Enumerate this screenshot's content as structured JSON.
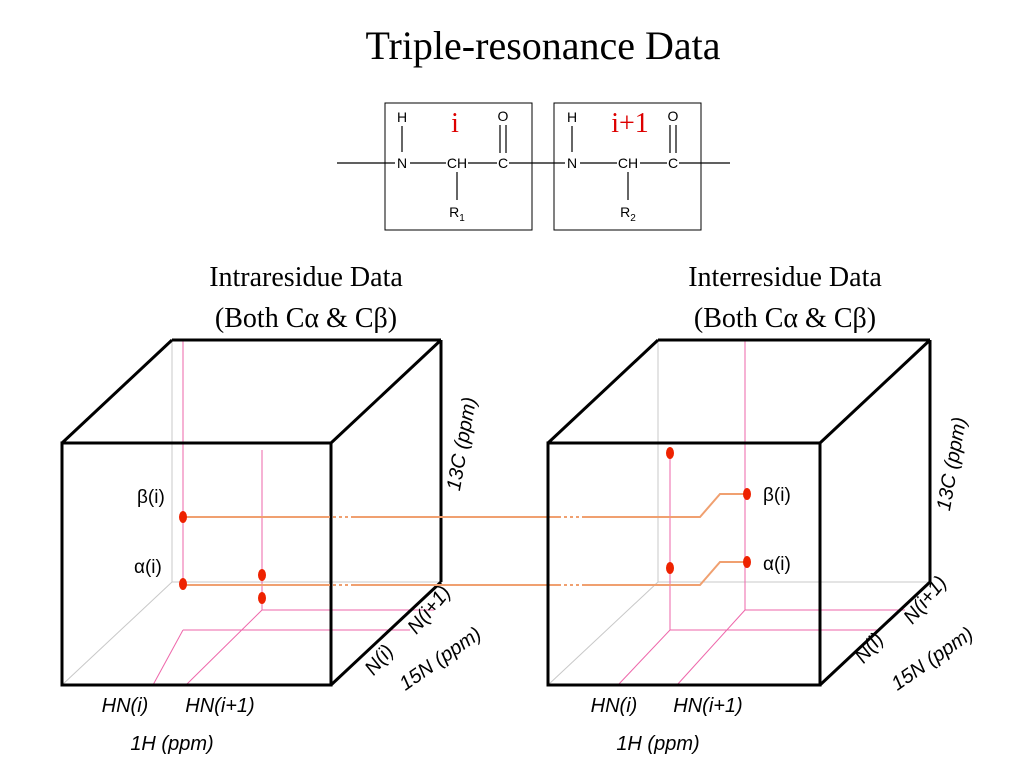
{
  "title": "Triple-resonance Data",
  "peptide": {
    "residue_i": {
      "label": "i",
      "h": "H",
      "n": "N",
      "ca": "CH",
      "c": "C",
      "o": "O",
      "r_main": "R",
      "r_sub": "1"
    },
    "residue_i1": {
      "label": "i+1",
      "h": "H",
      "n": "N",
      "ca": "CH",
      "c": "C",
      "o": "O",
      "r_main": "R",
      "r_sub": "2"
    },
    "label_color": "#dd0000"
  },
  "panels": {
    "left": {
      "heading_1": "Intraresidue Data",
      "heading_2": "(Both Cα & Cβ)",
      "axis_c": "13C (ppm)",
      "axis_n": "15N (ppm)",
      "axis_h": "1H (ppm)",
      "tick_n_i": "N(i)",
      "tick_n_i1": "N(i+1)",
      "tick_hn_i": "HN(i)",
      "tick_hn_i1": "HN(i+1)",
      "peak_beta": "β(i)",
      "peak_alpha": "α(i)"
    },
    "right": {
      "heading_1": "Interresidue Data",
      "heading_2": "(Both Cα & Cβ)",
      "axis_c": "13C (ppm)",
      "axis_n": "15N (ppm)",
      "axis_h": "1H (ppm)",
      "tick_n_i": "N(i)",
      "tick_n_i1": "N(i+1)",
      "tick_hn_i": "HN(i)",
      "tick_hn_i1": "HN(i+1)",
      "peak_beta": "β(i)",
      "peak_alpha": "α(i)"
    }
  },
  "colors": {
    "peak": "#ee2200",
    "connector": "#f0a070",
    "strip": "#ee66aa",
    "hidden_edge": "#c8c8c8",
    "box_edge": "#000000"
  }
}
